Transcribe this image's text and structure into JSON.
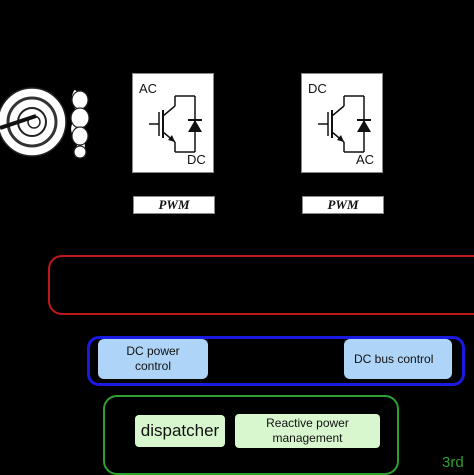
{
  "converters": [
    {
      "top_label": "AC",
      "bottom_label": "DC",
      "pwm_label": "PWM"
    },
    {
      "top_label": "DC",
      "bottom_label": "AC",
      "pwm_label": "PWM"
    }
  ],
  "control": {
    "dc_power_control": "DC power control",
    "dc_bus_control": "DC bus control",
    "dispatcher": "dispatcher",
    "reactive_power_management": "Reactive power management"
  },
  "corner_label": "3rd",
  "colors": {
    "frame_red": "#c01818",
    "frame_blue": "#1a1ae0",
    "frame_green": "#2fa02f",
    "box_blue": "#aed4f7",
    "box_green": "#d9f7cf"
  }
}
